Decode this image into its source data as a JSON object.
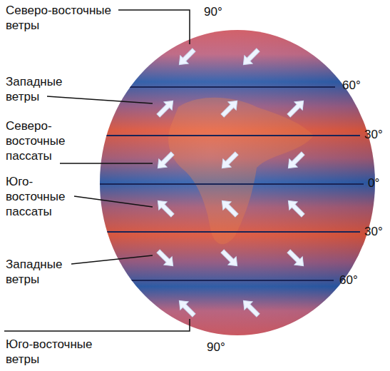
{
  "diagram": {
    "labels": [
      "Северо-восточные ветры",
      "90°",
      "60°",
      "Западные ветры",
      "30°",
      "Северо-восточные пассаты",
      "0°",
      "Юго-восточные пассаты",
      "30°",
      "Западные ветры",
      "60°",
      "90°",
      "Юго-восточные ветры"
    ]
  }
}
